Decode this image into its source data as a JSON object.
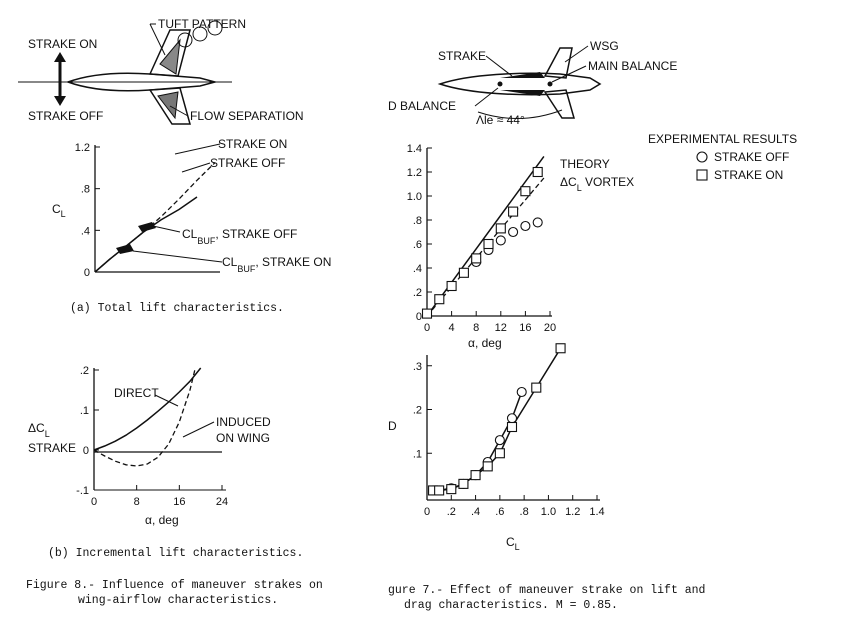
{
  "left_sketch": {
    "strake_on": "STRAKE ON",
    "strake_off": "STRAKE OFF",
    "tuft_pattern": "TUFT PATTERN",
    "flow_separation": "FLOW SEPARATION"
  },
  "right_sketch": {
    "strake": "STRAKE",
    "wsg": "WSG",
    "main_balance": "MAIN BALANCE",
    "d_balance": "D BALANCE",
    "lambda_le": "Λle ≈ 44°"
  },
  "chart_data": [
    {
      "id": "total-lift",
      "type": "line",
      "caption": "(a) Total lift characteristics.",
      "ylabel": "CL",
      "ylim": [
        0,
        1.2
      ],
      "yticks": [
        "0",
        ".4",
        ".8",
        "1.2"
      ],
      "labels": {
        "strake_on": "STRAKE ON",
        "strake_off": "STRAKE OFF",
        "buf_off_prefix": "CL",
        "buf_off_sub": "BUF",
        "buf_off_suffix": ", STRAKE OFF",
        "buf_on_prefix": "CL",
        "buf_on_sub": "BUF",
        "buf_on_suffix": ", STRAKE ON"
      },
      "series": [
        {
          "name": "STRAKE ON",
          "x": [
            0,
            0.12,
            0.25,
            0.4,
            0.55,
            0.7,
            0.85,
            1.0
          ],
          "y": [
            0,
            0.12,
            0.24,
            0.38,
            0.53,
            0.7,
            0.88,
            1.05
          ],
          "style": "dashed"
        },
        {
          "name": "STRAKE OFF",
          "x": [
            0,
            0.12,
            0.25,
            0.4,
            0.55,
            0.7,
            0.85
          ],
          "y": [
            0,
            0.12,
            0.24,
            0.38,
            0.5,
            0.6,
            0.72
          ],
          "style": "solid"
        }
      ]
    },
    {
      "id": "incremental-lift",
      "type": "line",
      "caption": "(b) Incremental lift characteristics.",
      "xlabel": "α, deg",
      "ylabel": "ΔCL STRAKE",
      "ylabel_main": "ΔC",
      "ylabel_sub": "L",
      "ylabel_line2": "STRAKE",
      "xlim": [
        0,
        24
      ],
      "ylim": [
        -0.1,
        0.2
      ],
      "xticks": [
        "0",
        "8",
        "16",
        "24"
      ],
      "yticks": [
        "-.1",
        "0",
        ".1",
        ".2"
      ],
      "labels": {
        "direct": "DIRECT",
        "induced_1": "INDUCED",
        "induced_2": "ON WING"
      },
      "series": [
        {
          "name": "DIRECT",
          "x": [
            0,
            2,
            4,
            6,
            8,
            10,
            12,
            14,
            16,
            18,
            20
          ],
          "y": [
            0,
            0.01,
            0.022,
            0.037,
            0.055,
            0.075,
            0.097,
            0.12,
            0.145,
            0.172,
            0.205
          ],
          "style": "solid"
        },
        {
          "name": "INDUCED ON WING",
          "x": [
            0,
            2,
            4,
            6,
            8,
            10,
            12,
            14,
            16,
            18,
            19
          ],
          "y": [
            0,
            -0.015,
            -0.028,
            -0.037,
            -0.04,
            -0.035,
            -0.018,
            0.015,
            0.07,
            0.15,
            0.205
          ],
          "style": "dashed"
        }
      ]
    },
    {
      "id": "lift-vs-alpha",
      "type": "scatter",
      "xlabel": "α, deg",
      "xlim": [
        0,
        20
      ],
      "ylim": [
        0,
        1.4
      ],
      "xticks": [
        "0",
        "4",
        "8",
        "12",
        "16",
        "20"
      ],
      "yticks": [
        "0",
        ".2",
        ".4",
        ".6",
        ".8",
        "1.0",
        "1.2",
        "1.4"
      ],
      "labels": {
        "theory": "THEORY",
        "dcl_main": "ΔC",
        "dcl_sub": "L",
        "dcl_suffix": " VORTEX"
      },
      "series": [
        {
          "name": "STRAKE OFF",
          "marker": "circle",
          "x": [
            8,
            10,
            12,
            14,
            16,
            18
          ],
          "y": [
            0.45,
            0.55,
            0.63,
            0.7,
            0.75,
            0.78
          ]
        },
        {
          "name": "STRAKE ON",
          "marker": "square",
          "x": [
            0,
            2,
            4,
            6,
            8,
            10,
            12,
            14,
            16,
            18
          ],
          "y": [
            0.02,
            0.14,
            0.25,
            0.36,
            0.48,
            0.6,
            0.73,
            0.87,
            1.04,
            1.2
          ]
        }
      ],
      "lines": [
        {
          "name": "THEORY",
          "style": "solid",
          "x": [
            0,
            19
          ],
          "y": [
            0,
            1.33
          ]
        },
        {
          "name": "ΔCL VORTEX",
          "style": "dashed",
          "x": [
            0,
            19
          ],
          "y": [
            0,
            1.15
          ]
        }
      ]
    },
    {
      "id": "drag-polar",
      "type": "scatter",
      "xlabel": "CL",
      "ylabel": "D",
      "xlim": [
        0,
        1.4
      ],
      "ylim": [
        0,
        0.32
      ],
      "xticks": [
        "0",
        ".2",
        ".4",
        ".6",
        ".8",
        "1.0",
        "1.2",
        "1.4"
      ],
      "yticks": [
        ".1",
        ".2",
        ".3"
      ],
      "series": [
        {
          "name": "STRAKE OFF",
          "marker": "circle",
          "x": [
            0.05,
            0.1,
            0.2,
            0.3,
            0.4,
            0.5,
            0.6,
            0.7,
            0.78
          ],
          "y": [
            0.015,
            0.015,
            0.02,
            0.03,
            0.05,
            0.08,
            0.13,
            0.18,
            0.24
          ]
        },
        {
          "name": "STRAKE ON",
          "marker": "square",
          "x": [
            0.05,
            0.1,
            0.2,
            0.3,
            0.4,
            0.5,
            0.6,
            0.7,
            0.9,
            1.1
          ],
          "y": [
            0.015,
            0.015,
            0.018,
            0.03,
            0.05,
            0.07,
            0.1,
            0.16,
            0.25,
            0.34
          ]
        }
      ]
    }
  ],
  "legend": {
    "title": "EXPERIMENTAL RESULTS",
    "items": [
      {
        "marker": "circle",
        "label": "STRAKE OFF"
      },
      {
        "marker": "square",
        "label": "STRAKE ON"
      }
    ]
  },
  "captions": {
    "fig8_line1": "Figure 8.- Influence of maneuver strakes on",
    "fig8_line2": "wing-airflow characteristics.",
    "fig7_line1": "gure 7.- Effect of maneuver strake on lift and",
    "fig7_line2": "drag characteristics.  M = 0.85."
  }
}
